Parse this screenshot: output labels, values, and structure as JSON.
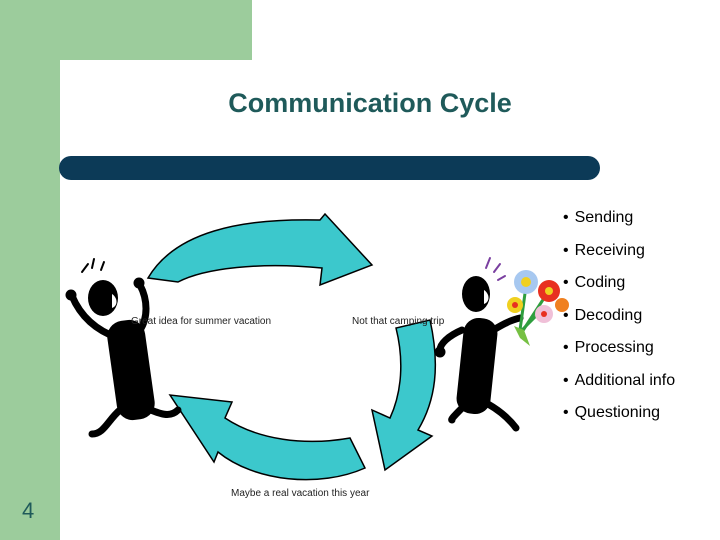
{
  "title": "Communication Cycle",
  "bullets": [
    "Sending",
    "Receiving",
    "Coding",
    "Decoding",
    "Processing",
    "Additional info",
    "Questioning"
  ],
  "labels": {
    "left": "Great idea for summer vacation",
    "right": "Not  that camping trip",
    "bottom": "Maybe a real vacation this year"
  },
  "page_number": "4",
  "colors": {
    "arrow": "#3cc8cc",
    "title": "#1f5a5a",
    "bar": "#0c3a57",
    "accent_green": "#9ccc9c"
  },
  "icons": [
    "cycle-arrow-top",
    "cycle-arrow-right",
    "cycle-arrow-left",
    "stick-figure-left",
    "stick-figure-right",
    "flower-bouquet"
  ]
}
